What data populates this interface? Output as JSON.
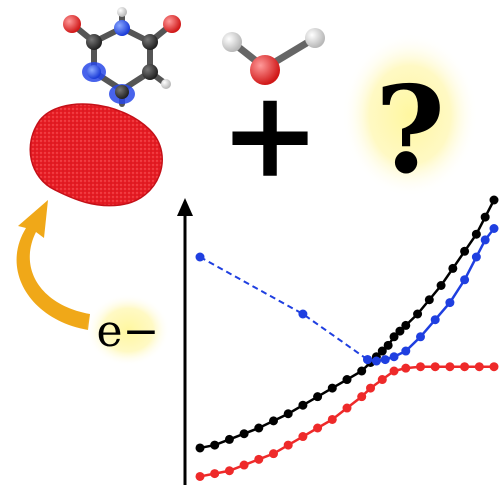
{
  "labels": {
    "plus": "+",
    "question": "?",
    "electron": "e−"
  },
  "icons": {
    "molecule_uracil": "uracil-molecule-icon",
    "molecule_water": "water-molecule-icon",
    "electron_cloud": "electron-cloud-icon",
    "attach_arrow": "curved-arrow-icon"
  },
  "colors": {
    "black_series": "#000000",
    "blue_series": "#1f3fe0",
    "red_series": "#ee2a2a",
    "glow": "#fff7a0",
    "arrow": "#f0a818",
    "cloud": "#e61c24"
  },
  "chart_data": {
    "type": "line",
    "title": "",
    "xlabel": "",
    "ylabel": "",
    "grid": false,
    "legend": "none",
    "xlim": [
      0,
      100
    ],
    "ylim": [
      0,
      100
    ],
    "series": [
      {
        "color": "#000000",
        "style": "solid-with-markers",
        "points": [
          [
            0,
            13
          ],
          [
            5,
            14
          ],
          [
            10,
            16
          ],
          [
            15,
            18
          ],
          [
            20,
            20
          ],
          [
            25,
            22.5
          ],
          [
            30,
            25
          ],
          [
            35,
            28
          ],
          [
            40,
            31
          ],
          [
            45,
            34
          ],
          [
            50,
            37
          ],
          [
            55,
            40
          ],
          [
            58,
            43
          ],
          [
            60,
            45
          ],
          [
            62,
            47
          ],
          [
            64,
            49
          ],
          [
            66,
            52
          ],
          [
            68,
            54
          ],
          [
            70,
            56
          ],
          [
            74,
            60
          ],
          [
            78,
            65
          ],
          [
            82,
            70
          ],
          [
            86,
            76
          ],
          [
            90,
            82
          ],
          [
            94,
            88
          ],
          [
            97,
            94
          ],
          [
            100,
            100
          ]
        ]
      },
      {
        "color": "#1f3fe0",
        "style": "dashed-with-markers",
        "points": [
          [
            0,
            80
          ],
          [
            35,
            60
          ],
          [
            57,
            44
          ]
        ]
      },
      {
        "color": "#1f3fe0",
        "style": "solid-with-markers",
        "points": [
          [
            57,
            44
          ],
          [
            60,
            43.5
          ],
          [
            63,
            44
          ],
          [
            66,
            45
          ],
          [
            70,
            47
          ],
          [
            75,
            52
          ],
          [
            80,
            58
          ],
          [
            85,
            64
          ],
          [
            90,
            72
          ],
          [
            94,
            80
          ],
          [
            97,
            86
          ],
          [
            100,
            90
          ]
        ]
      },
      {
        "color": "#ee2a2a",
        "style": "solid-with-markers",
        "points": [
          [
            0,
            3
          ],
          [
            5,
            4
          ],
          [
            10,
            5
          ],
          [
            15,
            7
          ],
          [
            20,
            9
          ],
          [
            25,
            11
          ],
          [
            30,
            14
          ],
          [
            35,
            17
          ],
          [
            40,
            20
          ],
          [
            45,
            23
          ],
          [
            50,
            27
          ],
          [
            55,
            31
          ],
          [
            58,
            34
          ],
          [
            62,
            37
          ],
          [
            66,
            40
          ],
          [
            70,
            41
          ],
          [
            75,
            41.5
          ],
          [
            80,
            41.5
          ],
          [
            85,
            41.5
          ],
          [
            90,
            41.5
          ],
          [
            95,
            41.5
          ],
          [
            100,
            41.5
          ]
        ]
      }
    ]
  }
}
